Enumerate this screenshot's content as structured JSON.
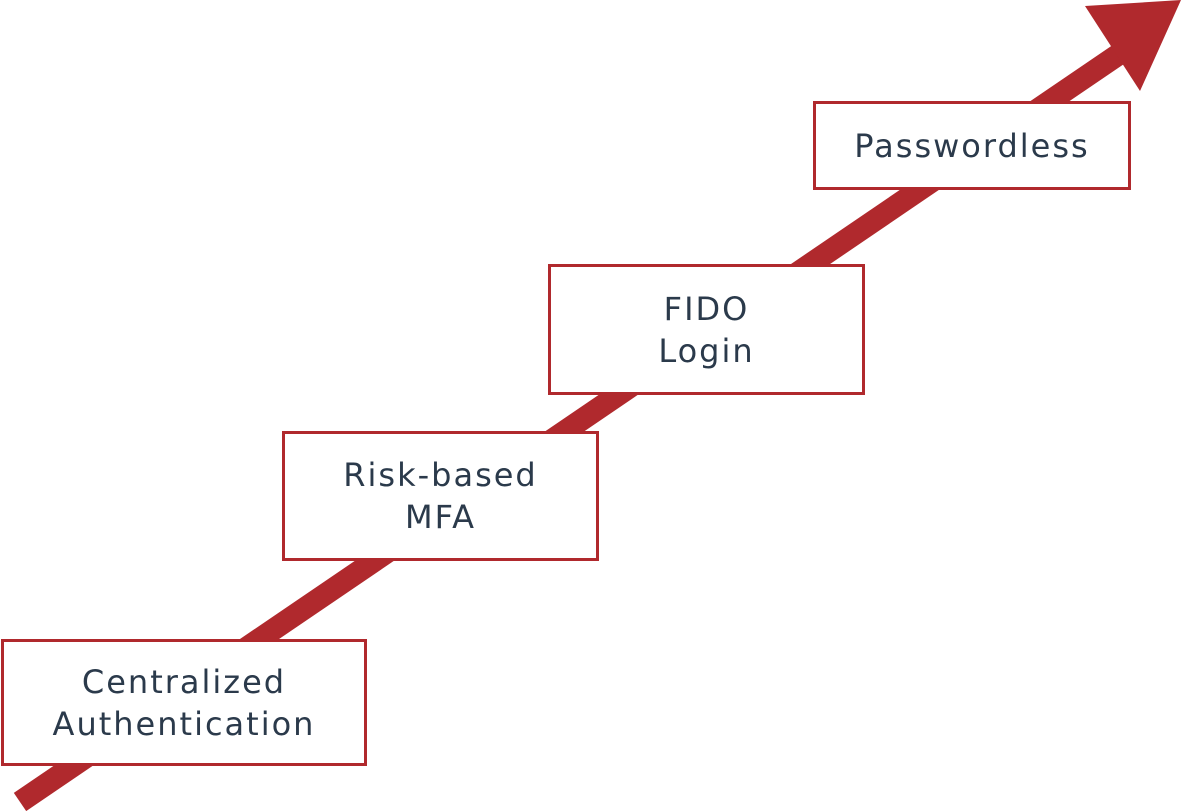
{
  "diagram": {
    "colors": {
      "arrow": "#b0292d",
      "box_border": "#b0292d",
      "text": "#2b3a4b",
      "background": "#ffffff"
    },
    "steps": [
      {
        "label": "Centralized\nAuthentication"
      },
      {
        "label": "Risk-based\nMFA"
      },
      {
        "label": "FIDO\nLogin"
      },
      {
        "label": "Passwordless"
      }
    ]
  }
}
